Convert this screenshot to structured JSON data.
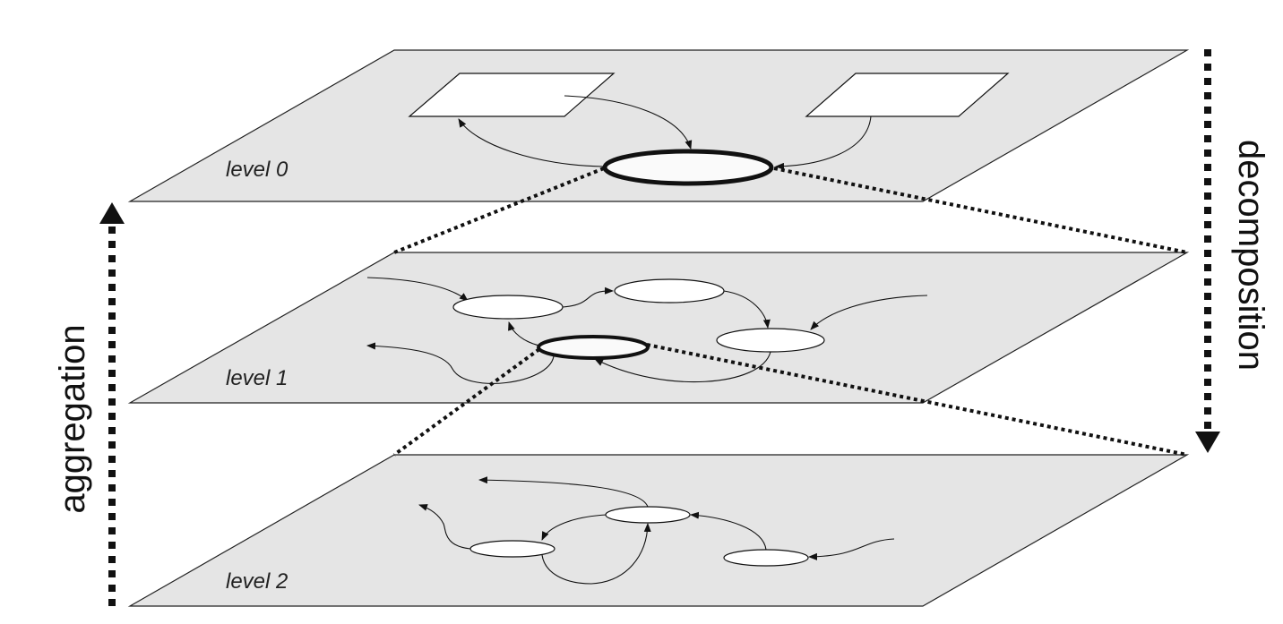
{
  "levels": [
    {
      "label": "level 0"
    },
    {
      "label": "level 1"
    },
    {
      "label": "level 2"
    }
  ],
  "arrows": {
    "aggregation": "aggregation",
    "decomposition": "decomposition"
  },
  "colors": {
    "plane": "#e5e5e5",
    "stroke": "#111111"
  }
}
